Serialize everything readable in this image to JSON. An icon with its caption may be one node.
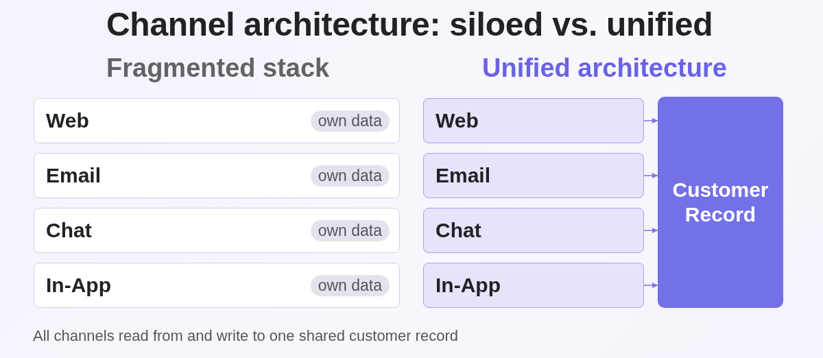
{
  "diagram": {
    "title": "Channel architecture: siloed vs. unified",
    "caption": "All channels read from and write to one shared customer record",
    "nodes": [
      {
        "text": [
          "Web",
          "own data"
        ]
      },
      {
        "text": [
          "Email",
          "own data"
        ]
      },
      {
        "text": [
          "Chat",
          "own data"
        ]
      },
      {
        "text": [
          "In-App",
          "own data"
        ]
      },
      {
        "text": [
          "Web"
        ]
      },
      {
        "text": [
          "Email"
        ]
      },
      {
        "text": [
          "Chat"
        ]
      },
      {
        "text": [
          "In-App"
        ]
      },
      {
        "text": [
          "Customer Record"
        ]
      }
    ],
    "edges": [
      {
        "from": 4,
        "to": 8,
        "arrow": "to"
      },
      {
        "from": 5,
        "to": 8,
        "arrow": "to"
      },
      {
        "from": 6,
        "to": 8,
        "arrow": "to"
      },
      {
        "from": 7,
        "to": 8,
        "arrow": "to"
      }
    ],
    "labels": [
      "Fragmented stack",
      "Unified architecture"
    ]
  }
}
